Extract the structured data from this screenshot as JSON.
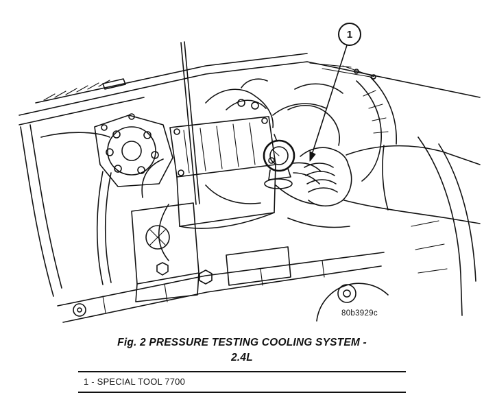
{
  "figure": {
    "callout_label": "1",
    "drawing_code": "80b3929c",
    "caption_line1": "Fig. 2 PRESSURE TESTING COOLING SYSTEM -",
    "caption_line2": "2.4L",
    "legend": {
      "item_1": "1 - SPECIAL TOOL 7700"
    }
  },
  "colors": {
    "ink": "#111111",
    "paper": "#ffffff"
  }
}
